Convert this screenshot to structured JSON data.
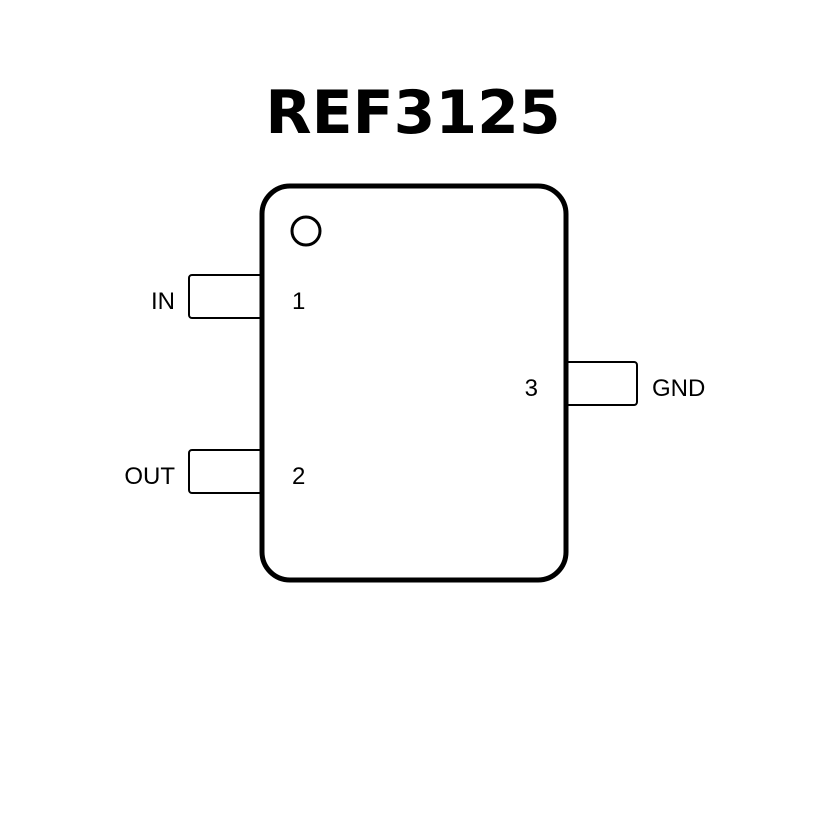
{
  "title": "REF3125",
  "pins": [
    {
      "number": "1",
      "name": "IN",
      "side": "left"
    },
    {
      "number": "2",
      "name": "OUT",
      "side": "left"
    },
    {
      "number": "3",
      "name": "GND",
      "side": "right"
    }
  ],
  "colors": {
    "stroke": "#000000",
    "background": "#ffffff"
  }
}
